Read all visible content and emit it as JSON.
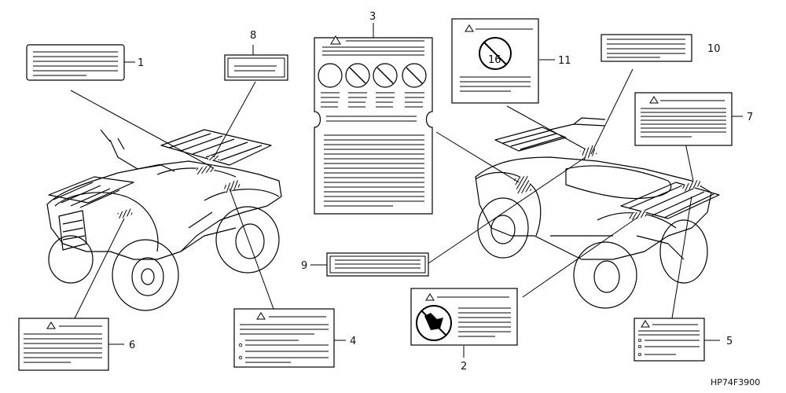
{
  "diagram_code": "HP74F3900",
  "callouts": [
    {
      "id": "label-1",
      "number": "1"
    },
    {
      "id": "label-2",
      "number": "2"
    },
    {
      "id": "label-3",
      "number": "3"
    },
    {
      "id": "label-4",
      "number": "4"
    },
    {
      "id": "label-5",
      "number": "5"
    },
    {
      "id": "label-6",
      "number": "6"
    },
    {
      "id": "label-7",
      "number": "7"
    },
    {
      "id": "label-8",
      "number": "8"
    },
    {
      "id": "label-9",
      "number": "9"
    },
    {
      "id": "label-10",
      "number": "10"
    },
    {
      "id": "label-11",
      "number": "11"
    }
  ],
  "label_11_icon_text": "16"
}
